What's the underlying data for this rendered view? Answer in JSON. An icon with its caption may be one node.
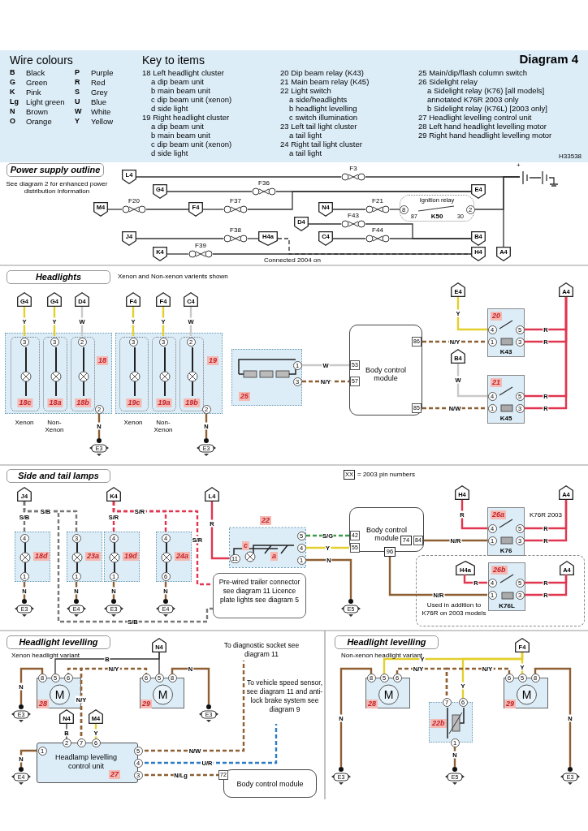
{
  "diagram": {
    "title": "Diagram 4",
    "nodes": [
      {
        "text": [
          "Power supply outline"
        ]
      },
      {
        "text": [
          "L4"
        ]
      },
      {
        "text": [
          "G4"
        ]
      },
      {
        "text": [
          "M4"
        ]
      },
      {
        "text": [
          "F4"
        ]
      },
      {
        "text": [
          "N4"
        ]
      },
      {
        "text": [
          "E4"
        ]
      },
      {
        "text": [
          "D4"
        ]
      },
      {
        "text": [
          "C4"
        ]
      },
      {
        "text": [
          "J4"
        ]
      },
      {
        "text": [
          "H4a"
        ]
      },
      {
        "text": [
          "B4"
        ]
      },
      {
        "text": [
          "K4"
        ]
      },
      {
        "text": [
          "H4"
        ]
      },
      {
        "text": [
          "A4"
        ]
      },
      {
        "text": [
          "F3"
        ]
      },
      {
        "text": [
          "F36"
        ]
      },
      {
        "text": [
          "F20"
        ]
      },
      {
        "text": [
          "F37"
        ]
      },
      {
        "text": [
          "F21"
        ]
      },
      {
        "text": [
          "F43"
        ]
      },
      {
        "text": [
          "F44"
        ]
      },
      {
        "text": [
          "F38"
        ]
      },
      {
        "text": [
          "F39"
        ]
      },
      {
        "text": [
          "Ignition relay",
          "K50"
        ]
      },
      {
        "text": [],
        "shape": "battery"
      },
      {
        "text": [
          "Headlights"
        ]
      },
      {
        "text": [
          "G4"
        ]
      },
      {
        "text": [
          "G4"
        ]
      },
      {
        "text": [
          "D4"
        ]
      },
      {
        "text": [
          "F4"
        ]
      },
      {
        "text": [
          "F4"
        ]
      },
      {
        "text": [
          "C4"
        ]
      },
      {
        "text": [
          "18"
        ]
      },
      {
        "text": [
          "18c"
        ],
        "in": 33,
        "beside": [
          "Xenon"
        ]
      },
      {
        "text": [
          "18a"
        ],
        "in": 33,
        "beside": [
          "Non-Xenon"
        ]
      },
      {
        "text": [
          "18b"
        ],
        "in": 33
      },
      {
        "text": [
          "19"
        ]
      },
      {
        "text": [
          "19c"
        ],
        "in": 37,
        "beside": [
          "Xenon"
        ]
      },
      {
        "text": [
          "19a"
        ],
        "in": 37,
        "beside": [
          "Non-Xenon"
        ]
      },
      {
        "text": [
          "19b"
        ],
        "in": 37
      },
      {
        "text": [
          "E3"
        ]
      },
      {
        "text": [
          "E3"
        ]
      },
      {
        "text": [
          "25"
        ]
      },
      {
        "text": [
          "Body control module"
        ]
      },
      {
        "text": [
          "E4"
        ]
      },
      {
        "text": [
          "20",
          "K43"
        ]
      },
      {
        "text": [
          "B4"
        ]
      },
      {
        "text": [
          "21",
          "K45"
        ]
      },
      {
        "text": [
          "A4"
        ]
      },
      {
        "text": [
          "Side and tail lamps"
        ]
      },
      {
        "text": [
          "J4"
        ]
      },
      {
        "text": [
          "K4"
        ]
      },
      {
        "text": [
          "L4"
        ]
      },
      {
        "text": [
          "18d"
        ]
      },
      {
        "text": [
          "23a"
        ]
      },
      {
        "text": [
          "19d"
        ]
      },
      {
        "text": [
          "24a"
        ]
      },
      {
        "text": [
          "E3"
        ]
      },
      {
        "text": [
          "E4"
        ]
      },
      {
        "text": [
          "E3"
        ]
      },
      {
        "text": [
          "E4"
        ]
      },
      {
        "text": [
          "22"
        ]
      },
      {
        "text": [
          "E5"
        ]
      },
      {
        "text": [
          "Pre-wired trailer connector see diagram 11 Licence plate lights see diagram 5"
        ]
      },
      {
        "text": [
          "Body control module"
        ]
      },
      {
        "text": [
          "H4"
        ]
      },
      {
        "text": [
          "26a",
          "K76"
        ],
        "beside": [
          "K76R 2003"
        ]
      },
      {
        "text": [
          "A4"
        ]
      },
      {
        "text": [
          "Used in addition to K76R on 2003 models"
        ]
      },
      {
        "text": [
          "H4a"
        ],
        "in": 69
      },
      {
        "text": [
          "26b",
          "K76L"
        ],
        "in": 69
      },
      {
        "text": [
          "A4"
        ],
        "in": 69
      },
      {
        "text": [
          "Headlight levelling"
        ]
      },
      {
        "text": [
          "N4"
        ]
      },
      {
        "text": [
          "M",
          "28"
        ]
      },
      {
        "text": [
          "M",
          "29"
        ]
      },
      {
        "text": [
          "E3"
        ]
      },
      {
        "text": [
          "E3"
        ]
      },
      {
        "text": [
          "N4"
        ]
      },
      {
        "text": [
          "M4"
        ]
      },
      {
        "text": [
          "Headlamp levelling control unit",
          "27"
        ]
      },
      {
        "text": [
          "E4"
        ]
      },
      {
        "text": [
          "Body control module"
        ]
      },
      {
        "text": [
          "To diagnostic socket see diagram 11"
        ]
      },
      {
        "text": [
          "To vehicle speed sensor, see diagram 11 and anti-lock brake system see diagram 9"
        ]
      },
      {
        "text": [
          "Headlight levelling"
        ]
      },
      {
        "text": [
          "F4"
        ]
      },
      {
        "text": [
          "M",
          "28"
        ]
      },
      {
        "text": [
          "22b"
        ]
      },
      {
        "text": [
          "M",
          "29"
        ]
      },
      {
        "text": [
          "E3"
        ]
      },
      {
        "text": [
          "E5"
        ]
      },
      {
        "text": [
          "E3"
        ]
      }
    ],
    "edges": [
      {
        "from": 1,
        "to": 15,
        "arrow": "none"
      },
      {
        "from": 15,
        "to": 25,
        "arrow": "none"
      },
      {
        "from": 24,
        "to": 25,
        "arrow": "none"
      },
      {
        "from": 14,
        "to": 25,
        "arrow": "none"
      },
      {
        "from": 2,
        "to": 16,
        "arrow": "none"
      },
      {
        "from": 16,
        "to": 6,
        "arrow": "none"
      },
      {
        "from": 3,
        "to": 17,
        "arrow": "none"
      },
      {
        "from": 17,
        "to": 4,
        "arrow": "none"
      },
      {
        "from": 4,
        "to": 18,
        "arrow": "none"
      },
      {
        "from": 18,
        "to": 6,
        "arrow": "none"
      },
      {
        "from": 5,
        "to": 19,
        "arrow": "none"
      },
      {
        "from": 19,
        "to": 24,
        "arrow": "none"
      },
      {
        "from": 7,
        "to": 20,
        "arrow": "none"
      },
      {
        "from": 20,
        "to": 11,
        "arrow": "none"
      },
      {
        "from": 8,
        "to": 21,
        "arrow": "none"
      },
      {
        "from": 21,
        "to": 11,
        "arrow": "none"
      },
      {
        "from": 9,
        "to": 22,
        "arrow": "none"
      },
      {
        "from": 22,
        "to": 10,
        "arrow": "none"
      },
      {
        "from": 12,
        "to": 23,
        "arrow": "none"
      },
      {
        "from": 23,
        "to": 13,
        "arrow": "none"
      },
      {
        "from": 10,
        "to": 13,
        "arrow": "none",
        "style": "dashed"
      },
      {
        "from": 27,
        "to": 34,
        "arrow": "none",
        "label": "Y",
        "color": "#e3cf2e"
      },
      {
        "from": 28,
        "to": 35,
        "arrow": "none",
        "label": "Y",
        "color": "#e3cf2e"
      },
      {
        "from": 29,
        "to": 36,
        "arrow": "none",
        "label": "W",
        "color": "#c9c9c9"
      },
      {
        "from": 30,
        "to": 38,
        "arrow": "none",
        "label": "Y",
        "color": "#e3cf2e"
      },
      {
        "from": 31,
        "to": 39,
        "arrow": "none",
        "label": "Y",
        "color": "#e3cf2e"
      },
      {
        "from": 32,
        "to": 40,
        "arrow": "none",
        "label": "W",
        "color": "#c9c9c9"
      },
      {
        "from": 33,
        "to": 41,
        "arrow": "none",
        "label": "N",
        "color": "#8d5f33"
      },
      {
        "from": 37,
        "to": 42,
        "arrow": "none",
        "label": "N",
        "color": "#8d5f33"
      },
      {
        "from": 43,
        "to": 44,
        "arrow": "none",
        "label": "W",
        "color": "#c9c9c9"
      },
      {
        "from": 43,
        "to": 44,
        "arrow": "none",
        "label": "N/Y",
        "color": "#8d5f33",
        "style": "dashed"
      },
      {
        "from": 44,
        "to": 46,
        "arrow": "none",
        "label": "N/Y",
        "color": "#8d5f33",
        "style": "dashed"
      },
      {
        "from": 45,
        "to": 46,
        "arrow": "none",
        "label": "Y",
        "color": "#e3cf2e"
      },
      {
        "from": 46,
        "to": 49,
        "arrow": "none",
        "label": "R",
        "color": "#e0364f"
      },
      {
        "from": 46,
        "to": 49,
        "arrow": "none",
        "label": "R",
        "color": "#e0364f"
      },
      {
        "from": 44,
        "to": 48,
        "arrow": "none",
        "label": "N/W",
        "color": "#8d5f33",
        "style": "dashed"
      },
      {
        "from": 47,
        "to": 48,
        "arrow": "none",
        "label": "W",
        "color": "#c9c9c9"
      },
      {
        "from": 48,
        "to": 49,
        "arrow": "none",
        "label": "R",
        "color": "#e0364f"
      },
      {
        "from": 48,
        "to": 49,
        "arrow": "none",
        "label": "R",
        "color": "#e0364f"
      },
      {
        "from": 51,
        "to": 54,
        "arrow": "none",
        "label": "S/B",
        "color": "#777777",
        "style": "dashed"
      },
      {
        "from": 51,
        "to": 55,
        "arrow": "none",
        "label": "S/B",
        "color": "#777777",
        "style": "dashed"
      },
      {
        "from": 51,
        "to": 64,
        "arrow": "none",
        "label": "S/B",
        "color": "#777777",
        "style": "dashed"
      },
      {
        "from": 52,
        "to": 56,
        "arrow": "none",
        "label": "S/R",
        "color": "#e0364f",
        "style": "dashed"
      },
      {
        "from": 52,
        "to": 57,
        "arrow": "none",
        "label": "S/R",
        "color": "#e0364f",
        "style": "dashed"
      },
      {
        "from": 52,
        "to": 64,
        "arrow": "none",
        "label": "S/R",
        "color": "#e0364f",
        "style": "dashed"
      },
      {
        "from": 53,
        "to": 62,
        "arrow": "none",
        "label": "R",
        "color": "#e0364f"
      },
      {
        "from": 54,
        "to": 58,
        "arrow": "none",
        "label": "N",
        "color": "#8d5f33"
      },
      {
        "from": 55,
        "to": 59,
        "arrow": "none",
        "label": "N",
        "color": "#8d5f33"
      },
      {
        "from": 56,
        "to": 60,
        "arrow": "none",
        "label": "N",
        "color": "#8d5f33"
      },
      {
        "from": 57,
        "to": 61,
        "arrow": "none",
        "label": "N",
        "color": "#8d5f33"
      },
      {
        "from": 62,
        "to": 65,
        "arrow": "none",
        "label": "S/G",
        "color": "#3d9a4a",
        "style": "dashed"
      },
      {
        "from": 62,
        "to": 65,
        "arrow": "none",
        "label": "Y",
        "color": "#e3cf2e"
      },
      {
        "from": 62,
        "to": 63,
        "arrow": "none",
        "label": "N",
        "color": "#8d5f33"
      },
      {
        "from": 65,
        "to": 67,
        "arrow": "none",
        "label": "N/R",
        "color": "#8d5f33"
      },
      {
        "from": 66,
        "to": 67,
        "arrow": "none",
        "label": "R",
        "color": "#e0364f"
      },
      {
        "from": 67,
        "to": 68,
        "arrow": "none",
        "label": "R",
        "color": "#e0364f"
      },
      {
        "from": 67,
        "to": 68,
        "arrow": "none",
        "label": "R",
        "color": "#e0364f"
      },
      {
        "from": 65,
        "to": 71,
        "arrow": "none",
        "label": "N/R",
        "color": "#8d5f33"
      },
      {
        "from": 70,
        "to": 71,
        "arrow": "none",
        "label": "R",
        "color": "#e0364f"
      },
      {
        "from": 71,
        "to": 72,
        "arrow": "none",
        "label": "R",
        "color": "#e0364f"
      },
      {
        "from": 71,
        "to": 72,
        "arrow": "none",
        "label": "R",
        "color": "#e0364f"
      },
      {
        "from": 77,
        "to": 75,
        "arrow": "none",
        "label": "N",
        "color": "#8d5f33"
      },
      {
        "from": 74,
        "to": 75,
        "arrow": "none",
        "label": "B"
      },
      {
        "from": 74,
        "to": 76,
        "arrow": "none"
      },
      {
        "from": 81,
        "to": 75,
        "arrow": "none",
        "label": "N/Y",
        "color": "#8d5f33",
        "style": "dashed"
      },
      {
        "from": 81,
        "to": 76,
        "arrow": "none",
        "label": "N/Y",
        "color": "#8d5f33",
        "style": "dashed"
      },
      {
        "from": 76,
        "to": 78,
        "arrow": "none",
        "label": "N",
        "color": "#8d5f33"
      },
      {
        "from": 79,
        "to": 81,
        "arrow": "none",
        "label": "B"
      },
      {
        "from": 80,
        "to": 81,
        "arrow": "none",
        "label": "Y",
        "color": "#e3cf2e"
      },
      {
        "from": 82,
        "to": 81,
        "arrow": "none",
        "label": "N",
        "color": "#8d5f33"
      },
      {
        "from": 81,
        "to": 84,
        "arrow": "none",
        "label": "N/W",
        "color": "#8d5f33",
        "style": "dashed"
      },
      {
        "from": 81,
        "to": 85,
        "arrow": "none",
        "label": "U/R",
        "color": "#2b7cc4",
        "style": "dashed"
      },
      {
        "from": 81,
        "to": 83,
        "arrow": "none",
        "label": "N/Lg",
        "color": "#8d5f33",
        "style": "dashed"
      },
      {
        "from": 87,
        "to": 88,
        "arrow": "none",
        "label": "Y",
        "color": "#e3cf2e"
      },
      {
        "from": 87,
        "to": 90,
        "arrow": "none",
        "label": "Y",
        "color": "#e3cf2e"
      },
      {
        "from": 87,
        "to": 89,
        "arrow": "none",
        "label": "Y",
        "color": "#e3cf2e"
      },
      {
        "from": 89,
        "to": 88,
        "arrow": "none",
        "label": "N/Y",
        "color": "#8d5f33",
        "style": "dashed"
      },
      {
        "from": 89,
        "to": 90,
        "arrow": "none",
        "label": "N/Y",
        "color": "#8d5f33",
        "style": "dashed"
      },
      {
        "from": 88,
        "to": 91,
        "arrow": "none",
        "label": "N",
        "color": "#8d5f33"
      },
      {
        "from": 89,
        "to": 92,
        "arrow": "none",
        "label": "N",
        "color": "#8d5f33"
      },
      {
        "from": 90,
        "to": 93,
        "arrow": "none",
        "label": "N",
        "color": "#8d5f33"
      }
    ],
    "labels": [
      "Wire colours",
      "Key to items",
      "B",
      "Black",
      "P",
      "Purple",
      "G",
      "Green",
      "R",
      "Red",
      "K",
      "Pink",
      "S",
      "Grey",
      "Lg",
      "Light green",
      "U",
      "Blue",
      "N",
      "Brown",
      "W",
      "White",
      "O",
      "Orange",
      "Y",
      "Yellow",
      "18 Left headlight cluster",
      "a dip beam unit",
      "b main beam unit",
      "c dip beam unit (xenon)",
      "d side light",
      "19 Right headlight cluster",
      "a dip beam unit",
      "b main beam unit",
      "c dip beam unit (xenon)",
      "d side light",
      "20 Dip beam relay (K43)",
      "21 Main beam relay (K45)",
      "22 Light switch",
      "a side/headlights",
      "b headlight levelling",
      "c switch illumination",
      "23 Left tail light cluster",
      "a tail light",
      "24 Right tail light cluster",
      "a tail light",
      "25 Main/dip/flash column switch",
      "26 Sidelight relay",
      "a Sidelight relay (K76) [all models] annotated K76R 2003 only",
      "b Sidelight relay (K76L) [2003 only]",
      "27 Headlight levelling control unit",
      "28 Left hand headlight levelling motor",
      "29 Right hand headlight levelling motor",
      "H33538",
      "See diagram 2 for enhanced power distribution information",
      "+",
      "8",
      "87",
      "30",
      "2",
      "Connected 2004 on",
      "Xenon and Non-xenon varients shown",
      "3",
      "3",
      "2",
      "3",
      "3",
      "2",
      "2",
      "2",
      "1",
      "3",
      "53",
      "57",
      "86",
      "85",
      "4",
      "5",
      "1",
      "3",
      "4",
      "5",
      "1",
      "3",
      "XX",
      "= 2003 pin numbers",
      "4",
      "3",
      "4",
      "4",
      "1",
      "1",
      "1",
      "6",
      "5",
      "c",
      "4",
      "a",
      "11",
      "1",
      "42",
      "55",
      "74",
      "84",
      "96",
      "4",
      "5",
      "1",
      "3",
      "4",
      "5",
      "1",
      "3",
      "Xenon headlight variant",
      "8",
      "5",
      "6",
      "6",
      "5",
      "8",
      "1",
      "2",
      "7",
      "6",
      "5",
      "4",
      "3",
      "72",
      "Non-xenon headlight variant",
      "8",
      "5",
      "6",
      "7",
      "6",
      "6",
      "5",
      "8",
      "1"
    ]
  }
}
